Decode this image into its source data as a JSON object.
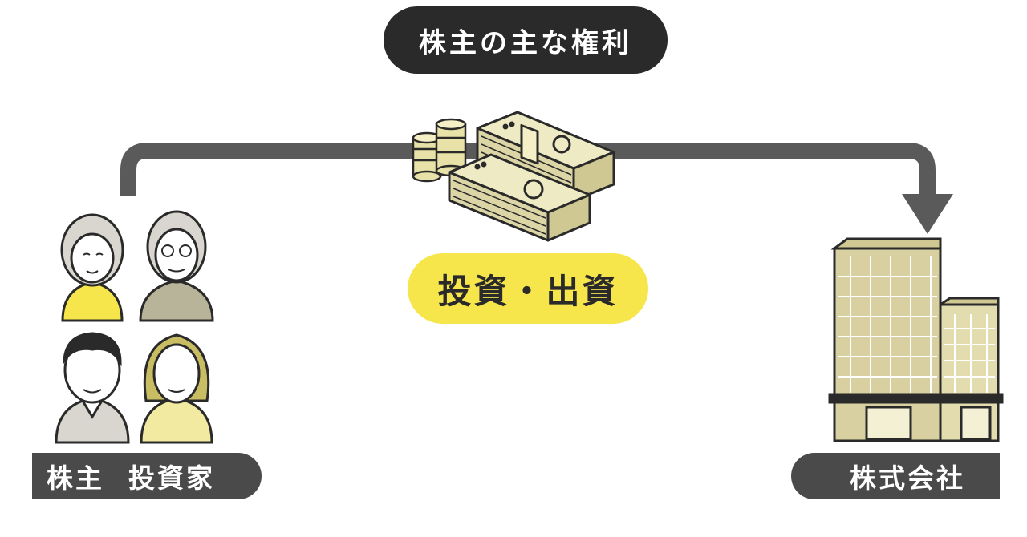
{
  "title": "株主の主な権利",
  "flow": {
    "label": "投資・出資",
    "from": {
      "label_part1": "株主",
      "label_part2": "投資家"
    },
    "to": {
      "label": "株式会社"
    }
  },
  "colors": {
    "dark_pill": "#2a2a2a",
    "label_pill": "#4a4a4a",
    "arrow": "#5a5a5a",
    "accent_yellow": "#f6e64c",
    "building": "#d8d0a0"
  },
  "icons": [
    "money-stack-icon",
    "coin-stack-icon",
    "elderly-woman-icon",
    "elderly-man-icon",
    "young-man-icon",
    "young-woman-icon",
    "office-building-icon"
  ]
}
